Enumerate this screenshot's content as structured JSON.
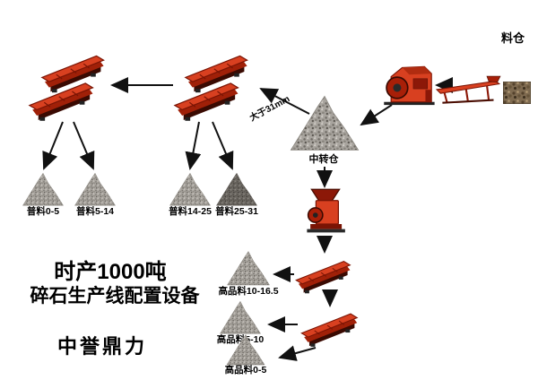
{
  "title": {
    "capacity": "时产1000吨",
    "line": "碎石生产线配置设备",
    "brand": "中誉鼎力"
  },
  "labels": {
    "silo": "料仓",
    "transfer_bin": "中转仓",
    "oversize": "大于31mm",
    "ordinary": [
      "普料0-5",
      "普料5-14",
      "普料14-25",
      "普料25-31"
    ],
    "premium": [
      "高品料10-16.5",
      "高品料5-10",
      "高品料0-5"
    ]
  },
  "colors": {
    "machine_red": "#d84020",
    "machine_dark_red": "#7a1404",
    "gravel_gray": "#a8a49e",
    "gravel_dark": "#6e6a64",
    "arrow_black": "#111111"
  }
}
